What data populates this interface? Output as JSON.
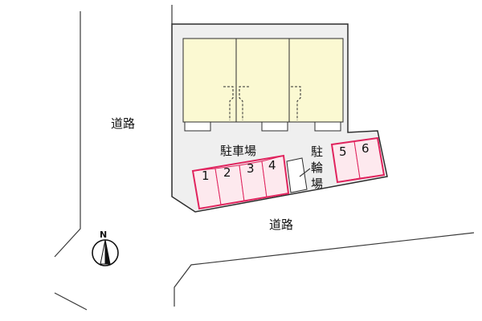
{
  "labels": {
    "road_left": "道路",
    "road_bottom": "道路",
    "parking": "駐車場",
    "bike_parking": [
      "駐",
      "輪",
      "場"
    ],
    "north": "N"
  },
  "parking_spaces": [
    "1",
    "2",
    "3",
    "4",
    "5",
    "6"
  ],
  "colors": {
    "parking_outline": "#e0245e",
    "parking_fill": "#fde9ee",
    "building_fill": "#fbf9d2",
    "lot_fill": "#efefef"
  }
}
